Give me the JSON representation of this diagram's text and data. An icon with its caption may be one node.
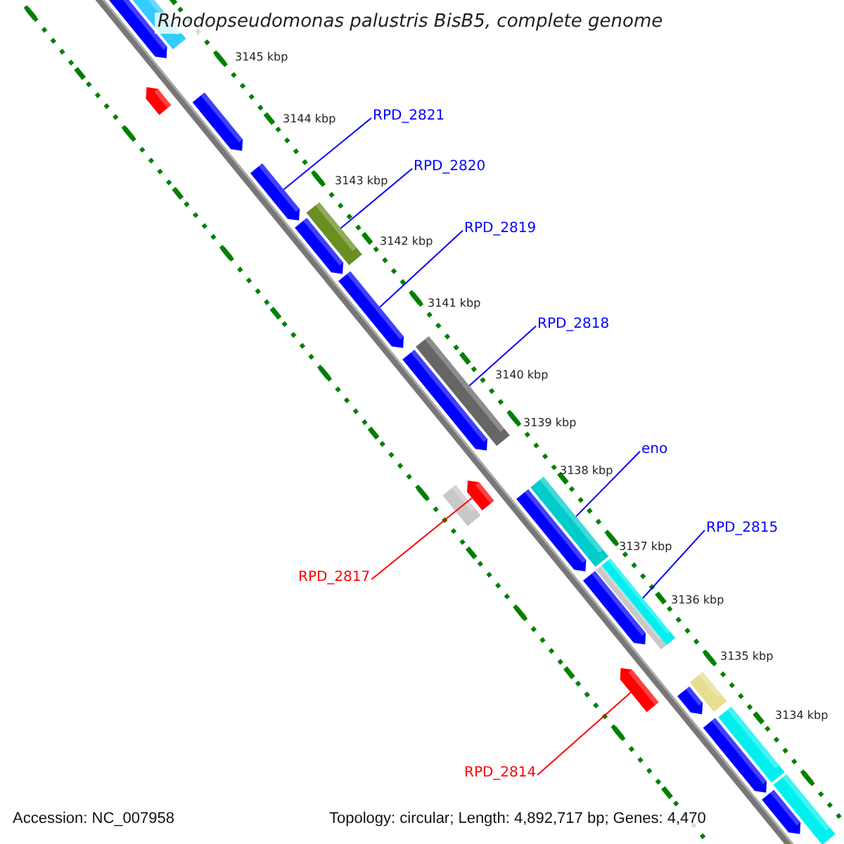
{
  "diagram": {
    "title": "Rhodopseudomonas palustris BisB5, complete genome",
    "nodes": [
      {
        "text": [
          "RPD_2821"
        ]
      },
      {
        "text": [
          "RPD_2820"
        ]
      },
      {
        "text": [
          "RPD_2819"
        ]
      },
      {
        "text": [
          "RPD_2818"
        ]
      },
      {
        "text": [
          "eno"
        ]
      },
      {
        "text": [
          "RPD_2815"
        ]
      },
      {
        "text": [
          "RPD_2817"
        ]
      },
      {
        "text": [
          "RPD_2814"
        ]
      },
      {
        "text": [],
        "shape": "bar"
      },
      {
        "text": [],
        "shape": "bar"
      },
      {
        "text": [],
        "shape": "bar"
      },
      {
        "text": [],
        "shape": "bar"
      },
      {
        "text": [],
        "shape": "bar"
      },
      {
        "text": [],
        "shape": "bar"
      },
      {
        "text": [],
        "shape": "bar"
      },
      {
        "text": [],
        "shape": "bar"
      },
      {
        "text": [],
        "shape": "bar"
      },
      {
        "text": [],
        "shape": "bar"
      },
      {
        "text": [],
        "shape": "bar"
      },
      {
        "text": [],
        "shape": "bar"
      },
      {
        "text": [],
        "shape": "bar"
      },
      {
        "text": [],
        "shape": "bar"
      },
      {
        "text": [],
        "shape": "bar"
      },
      {
        "text": [],
        "shape": "bar"
      },
      {
        "text": [],
        "shape": "bar"
      },
      {
        "text": [],
        "shape": "bar"
      },
      {
        "text": [],
        "shape": "bar"
      },
      {
        "text": [],
        "shape": "bar"
      },
      {
        "text": [],
        "shape": "bar"
      },
      {
        "text": [],
        "shape": "bar"
      },
      {
        "text": [],
        "shape": "bar"
      },
      {
        "text": [],
        "shape": "bar"
      }
    ],
    "edges": [
      {
        "from": 0,
        "to": 12,
        "arrow": "none"
      },
      {
        "from": 1,
        "to": 13,
        "arrow": "none"
      },
      {
        "from": 2,
        "to": 15,
        "arrow": "none"
      },
      {
        "from": 3,
        "to": 16,
        "arrow": "none"
      },
      {
        "from": 4,
        "to": 20,
        "arrow": "none"
      },
      {
        "from": 5,
        "to": 23,
        "arrow": "none"
      },
      {
        "from": 6,
        "to": 19,
        "arrow": "none",
        "color": "#ff0000"
      },
      {
        "from": 7,
        "to": 25,
        "arrow": "none",
        "color": "#ff0000"
      }
    ],
    "labels": [
      "3145 kbp",
      "3144 kbp",
      "3143 kbp",
      "3142 kbp",
      "3141 kbp",
      "3140 kbp",
      "3139 kbp",
      "3138 kbp",
      "3137 kbp",
      "3136 kbp",
      "3135 kbp",
      "3134 kbp",
      "Accession: NC_007958",
      "Topology: circular; Length: 4,892,717 bp; Genes: 4,470"
    ]
  }
}
